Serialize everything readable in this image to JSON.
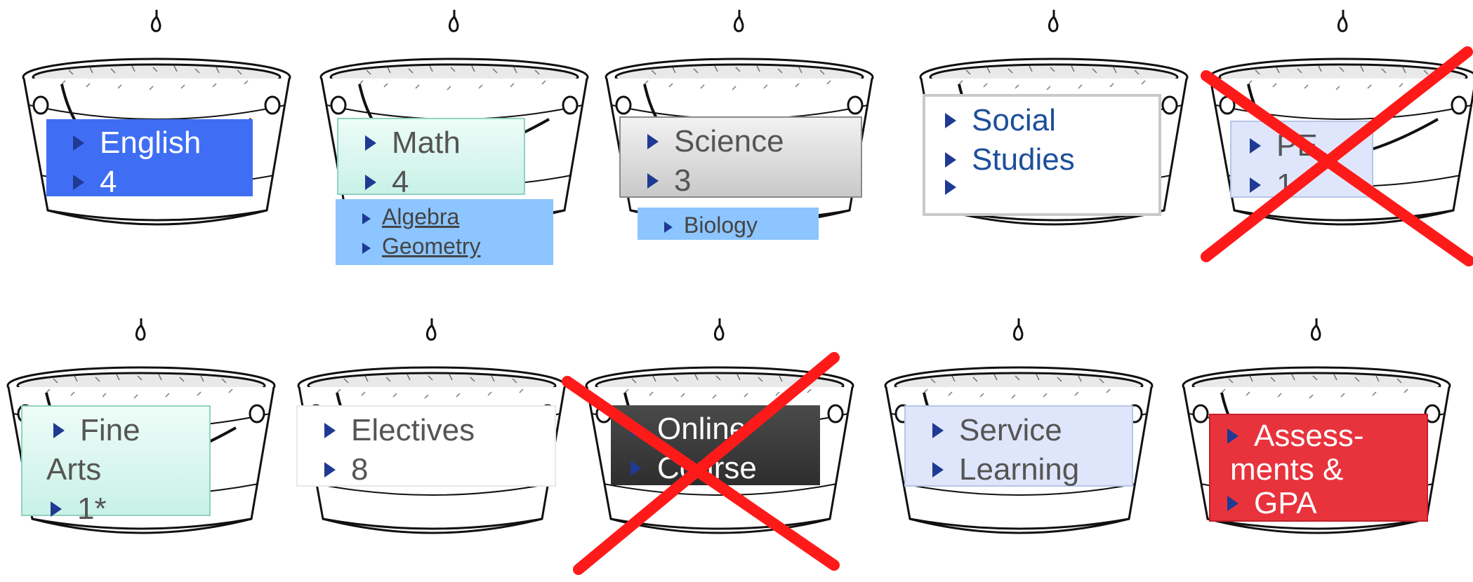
{
  "buckets": [
    {
      "title": "English",
      "value": "4"
    },
    {
      "title": "Math",
      "value": "4",
      "subjects": [
        "Algebra",
        "Geometry"
      ]
    },
    {
      "title": "Science",
      "value": "3",
      "subjects": [
        "Biology"
      ]
    },
    {
      "title": "Social",
      "title2": "Studies",
      "value": ""
    },
    {
      "title": "PE",
      "value": "1",
      "crossed": true
    },
    {
      "title": "Fine",
      "title2": "Arts",
      "value": "1*"
    },
    {
      "title": "Electives",
      "value": "8"
    },
    {
      "title": "Online",
      "title2": "Course",
      "crossed": true
    },
    {
      "title": "Service",
      "title2": "Learning"
    },
    {
      "title": "Assess-",
      "title2": "ments &",
      "title3": "GPA"
    }
  ],
  "colors": {
    "english": "#3f6ef5",
    "mint": "#d7f6ef",
    "gray": "#d3d3d3",
    "light_blue": "#8cc5ff",
    "lavender": "#dfe6fb",
    "dark": "#3a3a3a",
    "red": "#e8333d",
    "cross_red": "#ff1a1a",
    "bullet_blue": "#1f3a93",
    "navy_text": "#1c4f9c"
  },
  "icons": [
    "water-drop-icon",
    "bucket-icon",
    "arrow-bullet-icon",
    "cross-out-icon"
  ]
}
